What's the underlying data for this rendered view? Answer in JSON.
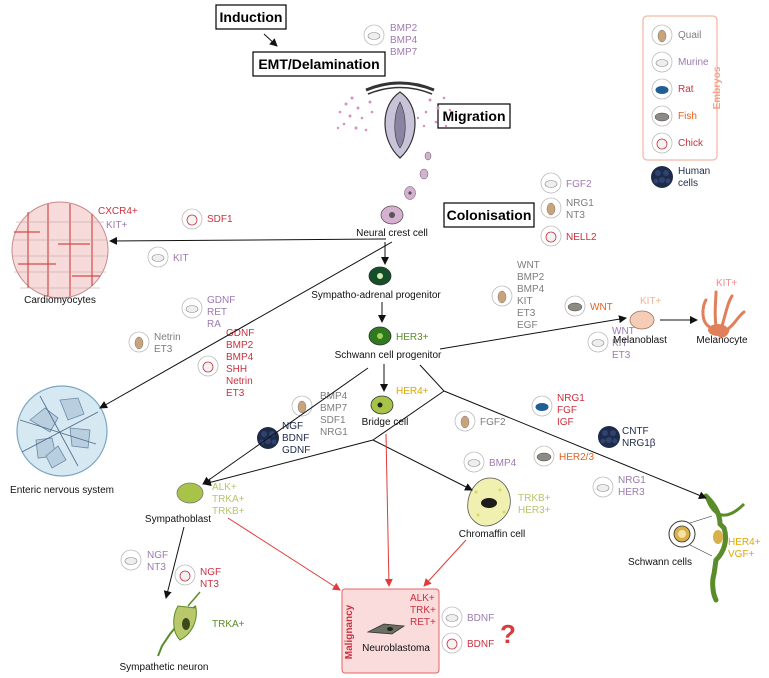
{
  "stages": {
    "induction": "Induction",
    "emt": "EMT/Delamination",
    "migration": "Migration",
    "colonisation": "Colonisation"
  },
  "legend": {
    "title": "Embryos",
    "quail": "Quail",
    "murine": "Murine",
    "rat": "Rat",
    "fish": "Fish",
    "chick": "Chick",
    "human": "Human cells"
  },
  "cells": {
    "neural_crest": "Neural crest cell",
    "sympatho_adrenal": "Sympatho-adrenal progenitor",
    "schwann_progenitor": "Schwann cell progenitor",
    "bridge": "Bridge cell",
    "sympathoblast": "Sympathoblast",
    "chromaffin": "Chromaffin cell",
    "schwann_cells": "Schwann cells",
    "sympathetic_neuron": "Sympathetic neuron",
    "neuroblastoma": "Neuroblastoma",
    "cardiomyocytes": "Cardiomyocytes",
    "enteric": "Enteric nervous system",
    "melanoblast": "Melanoblast",
    "melanocyte": "Melanocyte",
    "malignancy": "Malignancy"
  },
  "markers": {
    "her3": "HER3+",
    "her4": "HER4+",
    "cxcr4": "CXCR4+",
    "kit_card": "KIT+",
    "kit_melanoblast": "KIT+",
    "kit_melanocyte": "KIT+",
    "symp": [
      "ALK+",
      "TRKA+",
      "TRKB+"
    ],
    "chrom": [
      "TRKB+",
      "HER3+"
    ],
    "schwann": [
      "HER4+",
      "VGF+"
    ],
    "neuron": "TRKA+",
    "nb": [
      "ALK+",
      "TRK+",
      "RET+"
    ]
  },
  "factors": {
    "emt": [
      "BMP2",
      "BMP4",
      "BMP7"
    ],
    "fgf2_top": "FGF2",
    "nrg1_nt3": [
      "NRG1",
      "NT3"
    ],
    "nell2": "NELL2",
    "sdf1": "SDF1",
    "kit_card": "KIT",
    "murine_ens": [
      "GDNF",
      "RET",
      "RA"
    ],
    "quail_ens": [
      "Netrin",
      "ET3"
    ],
    "chick_ens": [
      "GDNF",
      "BMP2",
      "BMP4",
      "SHH",
      "Netrin",
      "ET3"
    ],
    "melano_quail": [
      "WNT",
      "BMP2",
      "BMP4",
      "KIT",
      "ET3",
      "EGF"
    ],
    "melano_fish": "WNT",
    "melano_murine": [
      "WNT",
      "KIT",
      "ET3"
    ],
    "bridge_quail": [
      "BMP4",
      "BMP7",
      "SDF1",
      "NRG1"
    ],
    "bridge_human": [
      "NGF",
      "BDNF",
      "GDNF"
    ],
    "fgf2_mid": "FGF2",
    "rat": [
      "NRG1",
      "FGF",
      "IGF"
    ],
    "human_schwann": [
      "CNTF",
      "NRG1β"
    ],
    "fish_schwann": "HER2/3",
    "murine_schwann": [
      "NRG1",
      "HER3"
    ],
    "bmp4_chrom": "BMP4",
    "neuron_murine": [
      "NGF",
      "NT3"
    ],
    "neuron_chick": [
      "NGF",
      "NT3"
    ],
    "nb_murine": "BDNF",
    "nb_chick": "BDNF"
  },
  "question_mark": "?"
}
